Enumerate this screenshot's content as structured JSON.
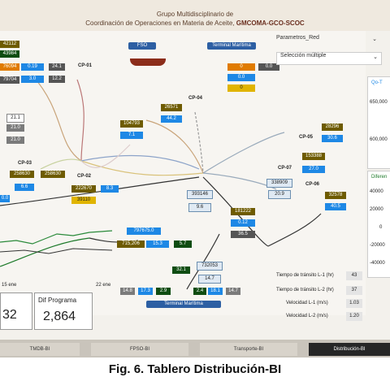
{
  "header": {
    "line1": "Grupo Multidisciplinario de",
    "line2a": "Coordinación de Operaciones en Materia de Aceite, ",
    "line2b": "GMCOMA-GCO-SCOC"
  },
  "filters": {
    "dropdown1": "Parametros_Red",
    "dropdown2": "Selección múltiple"
  },
  "nodes": {
    "cp01": "CP-01",
    "cp02": "CP-02",
    "cp03": "CP-03",
    "cp04": "CP-04",
    "cp05": "CP-05",
    "cp06": "CP-06",
    "cp07": "CP-07",
    "fso": "FSO",
    "terminal_top": "Terminal Marítima",
    "terminal_bottom": "Terminal Marítima"
  },
  "boxes": {
    "tl1": "42112",
    "tl2": "43984",
    "tl3": "76094",
    "tl4": "79704",
    "cp01_a": "24.1",
    "cp01_b": "12.2",
    "cp01_c": "0.19",
    "cp01_d": "3.0",
    "cp03_a": "21.1",
    "cp03_b": "21.0",
    "cp03_c": "21.0",
    "cp03_d": "258630",
    "cp03_e": "258630",
    "cp03_f": "6.6",
    "cp03_g": "0.0",
    "cp02_a": "222670",
    "cp02_b": "8.3",
    "cp02_c": "39110",
    "fso_a": "0",
    "fso_b": "0.0",
    "fso_c": "0.0",
    "fso_d": "0",
    "cp04_a": "26571",
    "cp04_b": "44.2",
    "mid_a": "104793",
    "mid_b": "7.1",
    "cp05_a": "28296",
    "cp05_b": "30.6",
    "cp07_a": "153388",
    "cp07_b": "27.0",
    "cp06_a": "32578",
    "cp06_b": "40.5",
    "c1": "338909",
    "c2": "20.9",
    "c3": "393146",
    "c4": "9.6",
    "c5": "181222",
    "c6": "0.12",
    "c7": "36.5",
    "t1": "797675.0",
    "t2": "715,206",
    "t3": "15.3",
    "t4": "5.7",
    "t5": "732053",
    "t6": "32.1",
    "t7": "14.7",
    "b1": "14.8",
    "b2": "17.3",
    "b3": "2.9",
    "b4": "2.4",
    "b5": "18.1",
    "b6": "14.7"
  },
  "transit": {
    "l1_label": "Tiempo de tránsito L-1 (hr)",
    "l1_val": "43",
    "l2_label": "Tiempo de tránsito L-2 (hr)",
    "l2_val": "37",
    "v1_label": "Velocidad L-1 (m/s)",
    "v1_val": "1.03",
    "v2_label": "Velocidad L-2 (m/s)",
    "v2_val": "1.20"
  },
  "right_charts": {
    "legend1": "Qo-T",
    "y1": [
      "650,000",
      "600,000"
    ],
    "legend2": "Diferen",
    "y2": [
      "40000",
      "20000",
      "0",
      "-20000",
      "-40000"
    ]
  },
  "bottom_chart": {
    "x1": "15 ene",
    "x2": "22 ene"
  },
  "kpi": {
    "left_val": "32",
    "label": "Dif Programa",
    "value": "2,864"
  },
  "tabs": [
    "TMDB-BI",
    "FPSO-BI",
    "Transporte-BI",
    "Distribución-BI"
  ],
  "caption": "Fig. 6. Tablero Distribución-BI"
}
